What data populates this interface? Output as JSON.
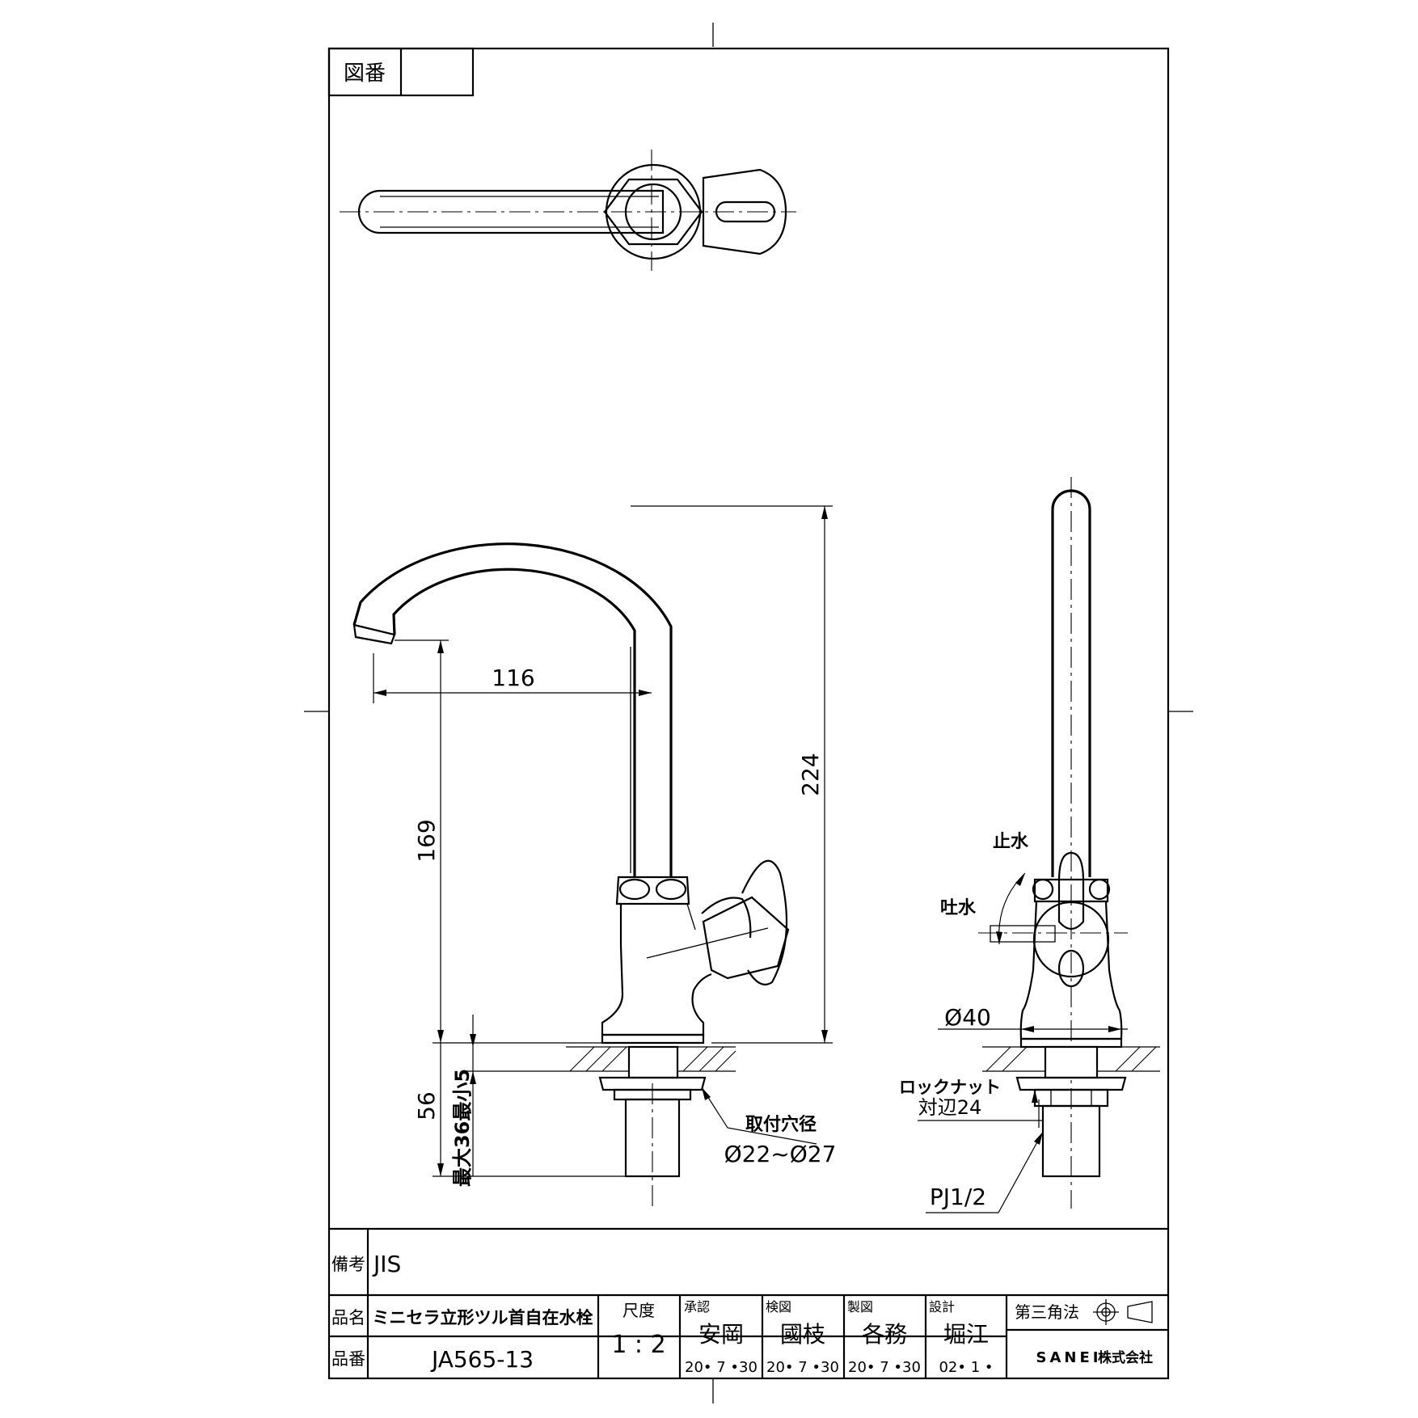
{
  "drawing_number": {
    "label": "図番",
    "value": ""
  },
  "dimensions": {
    "spout_reach": "116",
    "overall_height": "224",
    "spout_height": "169",
    "shank_length": "56",
    "counter_range": "最大36最小5",
    "hole_label": "取付穴径",
    "hole_value": "Ø22~Ø27",
    "base_dia": "Ø40",
    "locknut_label_1": "ロックナット",
    "locknut_label_2": "対辺24",
    "thread": "PJ1/2",
    "stop": "止水",
    "flow": "吐水"
  },
  "title_block": {
    "remarks_label": "備考",
    "remarks_value": "JIS",
    "name_label": "品名",
    "name_value": "ミニセラ立形ツル首自在水栓",
    "part_label": "品番",
    "part_value": "JA565-13",
    "scale_label": "尺度",
    "scale_value": "1 : 2",
    "approval_label": "承認",
    "approval_name": "安岡",
    "approval_date": "20• 7 •30",
    "check_label": "検図",
    "check_name": "國枝",
    "check_date": "20• 7 •30",
    "draft_label": "製図",
    "draft_name": "各務",
    "draft_date": "20• 7 •30",
    "design_label": "設計",
    "design_name": "堀江",
    "design_date": "02• 1 •",
    "projection_label": "第三角法",
    "company": "SANEI",
    "company_suffix": "株式会社"
  }
}
